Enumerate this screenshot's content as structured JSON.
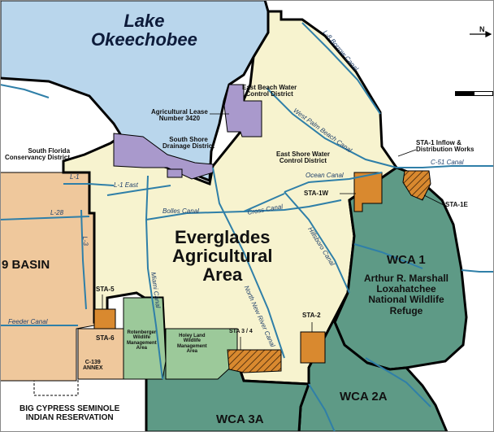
{
  "map": {
    "colors": {
      "lake": "#b9d6ec",
      "eaa": "#f7f3cf",
      "wca": "#5e9a86",
      "tan_basin": "#efc89c",
      "sta": "#d9892f",
      "district": "#a999cc",
      "green_area": "#9cc99a",
      "canal": "#2f7fa8",
      "border": "#000000"
    },
    "labels": {
      "lake": [
        "Lake",
        "Okeechobee"
      ],
      "eaa": [
        "Everglades",
        "Agricultural",
        "Area"
      ],
      "wca1": "WCA 1",
      "wca1_sub": [
        "Arthur R. Marshall",
        "Loxahatchee",
        "National Wildlife",
        "Refuge"
      ],
      "wca2a": "WCA 2A",
      "wca3a": "WCA 3A",
      "basin": "9 BASIN",
      "east_beach": [
        "East Beach Water",
        "Control District"
      ],
      "ag_lease": [
        "Agricultural Lease",
        "Number 3420"
      ],
      "south_shore": [
        "South Shore",
        "Drainage District"
      ],
      "east_shore": [
        "East Shore Water",
        "Control District"
      ],
      "sfcd": [
        "South Florida",
        "Conservancy District"
      ],
      "sta1_inflow": [
        "STA-1 Inflow &",
        "Distribution Works"
      ],
      "sta1w": "STA-1W",
      "sta1e": "STA-1E",
      "sta5": "STA-5",
      "sta6": "STA-6",
      "sta2": "STA-2",
      "sta34": "STA 3 / 4",
      "c139": [
        "C-139",
        "ANNEX"
      ],
      "rotenberger": [
        "Rotenberger",
        "Wildlife",
        "Management",
        "Area"
      ],
      "holey_land": [
        "Holey Land",
        "Wildlife",
        "Management",
        "Area"
      ],
      "big_cypress": [
        "BIG CYPRESS SEMINOLE",
        "INDIAN RESERVATION"
      ]
    },
    "canals": {
      "l8": "L-8 Borrow Canal",
      "west_palm": "West Palm Beach Canal",
      "ocean": "Ocean Canal",
      "c51": "C-51 Canal",
      "l1": "L-1",
      "l1_east": "L-1 East",
      "bolles": "Bolles Canal",
      "cross": "Cross Canal",
      "hillsboro": "Hillsboro Canal",
      "miami": "Miami Canal",
      "north_new_river": "North New River Canal",
      "l28": "L-28",
      "l3": "L-3",
      "feeder": "Feeder Canal"
    },
    "compass": "N"
  }
}
